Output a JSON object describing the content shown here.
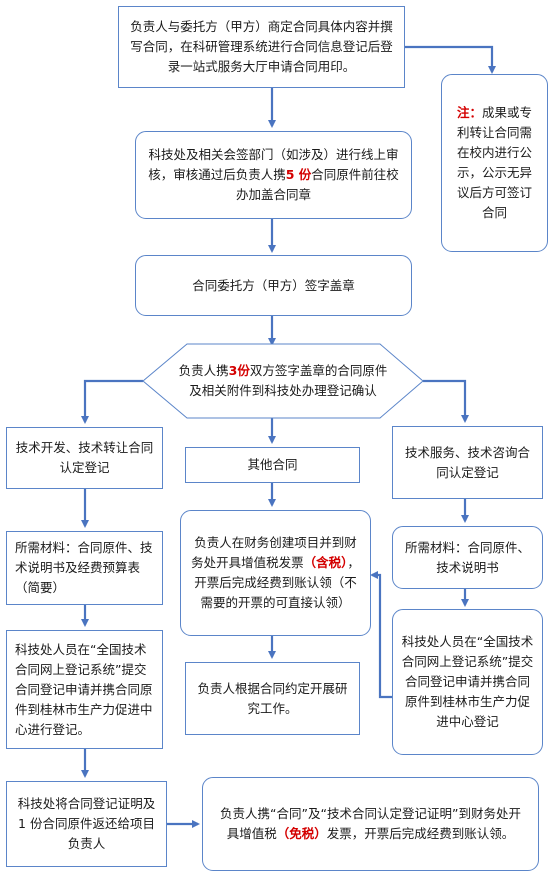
{
  "step1": {
    "text": "负责人与委托方（甲方）商定合同具体内容并撰写合同，在科研管理系统进行合同信息登记后登录一站式服务大厅申请合同用印。"
  },
  "note": {
    "label": "注：",
    "text": "成果或专利转让合同需在校内进行公示，公示无异议后方可签订合同"
  },
  "step2": {
    "text_a": "科技处及相关会签部门（如涉及）进行线上审核，审核通过后负责人携",
    "highlight": "5 份",
    "text_b": "合同原件前往校办加盖合同章"
  },
  "step3": {
    "text": "合同委托方（甲方）签字盖章"
  },
  "step4": {
    "text_a": "负责人携",
    "highlight": "3份",
    "text_b": "双方签字盖章的合同原件及相关附件到科技处办理登记确认"
  },
  "left": {
    "title": "技术开发、技术转让合同认定登记",
    "materials": "所需材料：合同原件、技术说明书及经费预算表（简要）",
    "submit": "科技处人员在“全国技术合同网上登记系统”提交合同登记申请并携合同原件到桂林市生产力促进中心进行登记。",
    "return": "科技处将合同登记证明及 1 份合同原件返还给项目负责人"
  },
  "middle": {
    "title": "其他合同",
    "finance_a": "负责人在财务创建项目并到财务处开具增值税发票",
    "finance_highlight": "（含税）",
    "finance_b": "，开票后完成经费到账认领（不需要的开票的可直接认领）",
    "research": "负责人根据合同约定开展研究工作。"
  },
  "right": {
    "title": "技术服务、技术咨询合同认定登记",
    "materials": "所需材料：合同原件、技术说明书",
    "submit": "科技处人员在“全国技术合同网上登记系统”提交合同登记申请并携合同原件到桂林市生产力促进中心登记"
  },
  "bottom": {
    "text_a": "负责人携“合同”及“技术合同认定登记证明”到财务处开具增值税",
    "highlight": "（免税）",
    "text_b": "发票，开票后完成经费到账认领。"
  },
  "colors": {
    "border": "#5b85c9",
    "arrow": "#4a74c0",
    "highlight": "#d40000"
  }
}
